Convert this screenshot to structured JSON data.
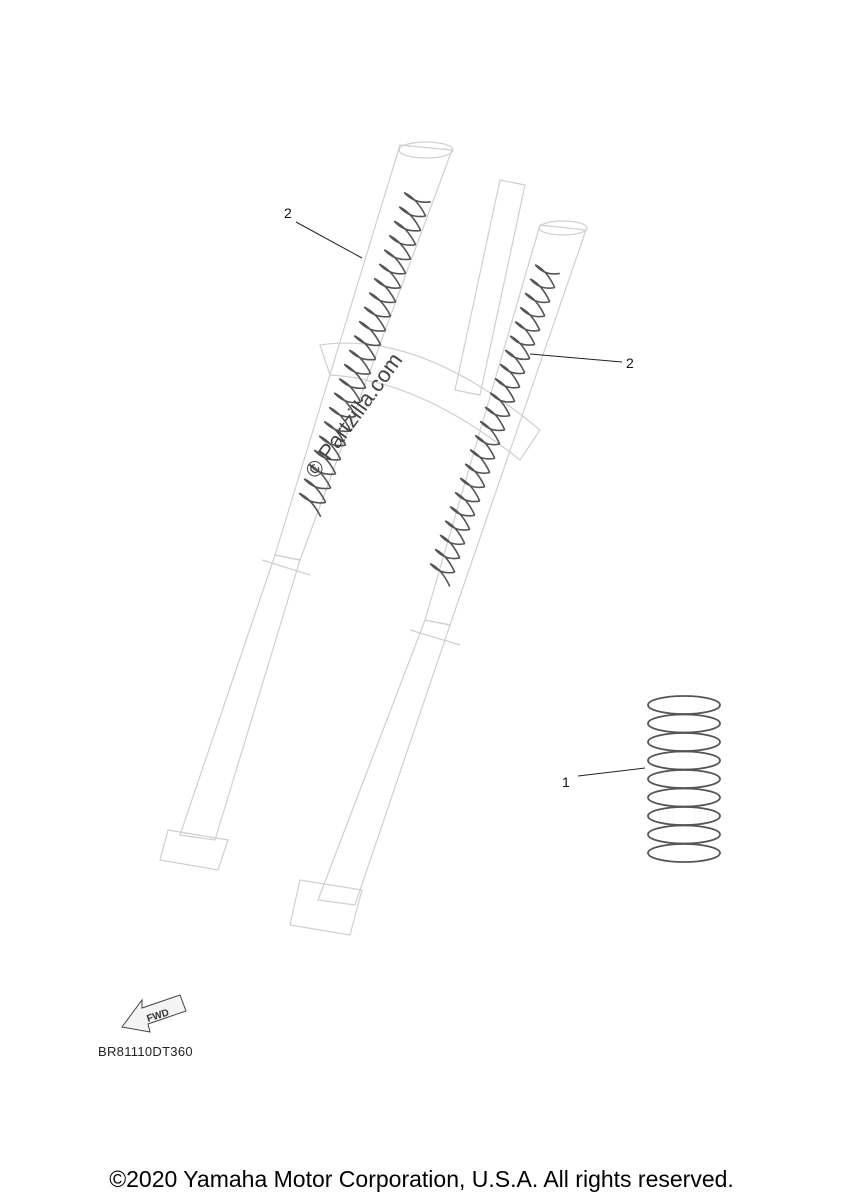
{
  "callouts": [
    {
      "id": "callout-2-left",
      "text": "2"
    },
    {
      "id": "callout-2-right",
      "text": "2"
    },
    {
      "id": "callout-1",
      "text": "1"
    }
  ],
  "fwd_label": "FWD",
  "diagram_code": "BR81110DT360",
  "watermark": "© Partzilla.com",
  "copyright": "©2020 Yamaha Motor Corporation, U.S.A. All rights reserved.",
  "colors": {
    "outline": "#b8b8b8",
    "spring": "#555555",
    "text": "#000000"
  }
}
